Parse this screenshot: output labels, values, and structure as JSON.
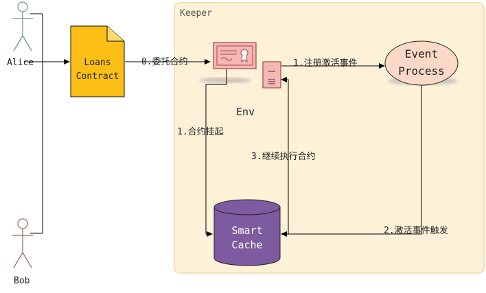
{
  "zone": {
    "label": "Keeper"
  },
  "actors": {
    "alice": "Alice",
    "bob": "Bob"
  },
  "nodes": {
    "contract_line1": "Loans",
    "contract_line2": "Contract",
    "env": "Env",
    "event_line1": "Event",
    "event_line2": "Process",
    "cache_line1": "Smart",
    "cache_line2": "Cache"
  },
  "edges": {
    "delegate": "0.委托合约",
    "register": "1.注册激活事件",
    "suspend": "1.合约挂起",
    "resume": "3.继续执行合约",
    "trigger": "2.激活事件触发"
  },
  "colors": {
    "zone_fill": "#fdf1d8",
    "zone_stroke": "#f2d7a4",
    "contract_fill": "#fbbf15",
    "doc_fill": "#f3b3b3",
    "doc_stroke": "#b04848",
    "event_fill": "#fbd9c6",
    "cache_fill": "#7e5aa0",
    "actor_stroke": "#6a9a9a",
    "bob_stroke": "#9a6a66"
  }
}
